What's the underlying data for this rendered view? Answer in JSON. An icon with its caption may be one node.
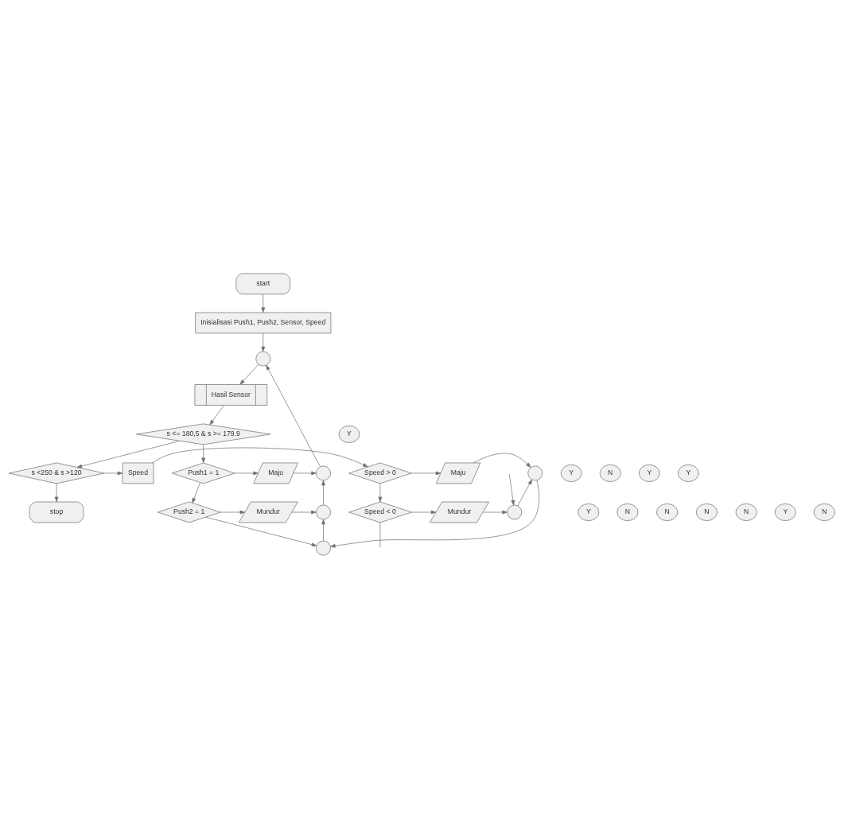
{
  "diagram": {
    "nodes": [
      {
        "text": [
          "start"
        ]
      },
      {
        "text": [
          "Inisialisasi Push1, Push2, Sensor, Speed"
        ]
      },
      {
        "text": [],
        "shape": "circle"
      },
      {
        "text": [
          "Hasil Sensor"
        ]
      },
      {
        "text": [
          "Y"
        ]
      },
      {
        "text": [
          "Push1 = 1"
        ]
      },
      {
        "text": [
          "Maju"
        ]
      },
      {
        "text": [],
        "shape": "circle"
      },
      {
        "text": [
          "Y"
        ]
      },
      {
        "text": [
          "N"
        ]
      },
      {
        "text": [
          "s <= 180,5 & s >= 179.9"
        ]
      },
      {
        "text": [
          "Y"
        ]
      },
      {
        "text": [
          "Push2 = 1"
        ]
      },
      {
        "text": [
          "Mundur"
        ]
      },
      {
        "text": [],
        "shape": "circle"
      },
      {
        "text": [
          "N"
        ]
      },
      {
        "text": [
          "N"
        ]
      },
      {
        "text": [],
        "shape": "circle"
      },
      {
        "text": [
          "Y"
        ]
      },
      {
        "text": [
          "Y"
        ]
      },
      {
        "text": [
          "s <250 & s >120"
        ]
      },
      {
        "text": [
          "Speed"
        ]
      },
      {
        "text": [
          "Speed > 0"
        ]
      },
      {
        "text": [
          "Maju"
        ]
      },
      {
        "text": [],
        "shape": "circle"
      },
      {
        "text": [
          "N"
        ]
      },
      {
        "text": [
          "N"
        ]
      },
      {
        "text": [
          "Y"
        ]
      },
      {
        "text": [
          "Speed < 0"
        ]
      },
      {
        "text": [
          "Mundur"
        ]
      },
      {
        "text": [],
        "shape": "circle"
      },
      {
        "text": [
          "stop"
        ]
      },
      {
        "text": [
          "N"
        ]
      }
    ],
    "edges": [
      {
        "from": 0,
        "to": 1,
        "arrow": "to"
      },
      {
        "from": 1,
        "to": 2,
        "arrow": "to"
      },
      {
        "from": 2,
        "to": 3,
        "arrow": "to"
      },
      {
        "from": 3,
        "to": 10,
        "arrow": "to"
      },
      {
        "from": 10,
        "to": 5,
        "arrow": "to"
      },
      {
        "from": 5,
        "to": 6,
        "arrow": "to"
      },
      {
        "from": 6,
        "to": 7,
        "arrow": "to"
      },
      {
        "from": 5,
        "to": 12,
        "arrow": "to"
      },
      {
        "from": 12,
        "to": 13,
        "arrow": "to"
      },
      {
        "from": 13,
        "to": 14,
        "arrow": "to"
      },
      {
        "from": 12,
        "to": 17,
        "arrow": "to"
      },
      {
        "from": 10,
        "to": 20,
        "arrow": "to"
      },
      {
        "from": 20,
        "to": 21,
        "arrow": "to"
      },
      {
        "from": 21,
        "to": 22,
        "arrow": "to"
      },
      {
        "from": 22,
        "to": 23,
        "arrow": "to"
      },
      {
        "from": 23,
        "to": 24,
        "arrow": "to"
      },
      {
        "from": 22,
        "to": 28,
        "arrow": "to"
      },
      {
        "from": 28,
        "to": 29,
        "arrow": "to"
      },
      {
        "from": 29,
        "to": 30,
        "arrow": "to"
      },
      {
        "from": 20,
        "to": 31,
        "arrow": "to"
      },
      {
        "from": 28,
        "to": null,
        "arrow": "none"
      },
      {
        "from": null,
        "to": 30,
        "arrow": "to"
      },
      {
        "from": 30,
        "to": 24,
        "arrow": "to"
      },
      {
        "from": 24,
        "to": 17,
        "arrow": "to"
      },
      {
        "from": 17,
        "to": 14,
        "arrow": "to"
      },
      {
        "from": 14,
        "to": 7,
        "arrow": "to"
      },
      {
        "from": 7,
        "to": 2,
        "arrow": "to"
      }
    ]
  }
}
